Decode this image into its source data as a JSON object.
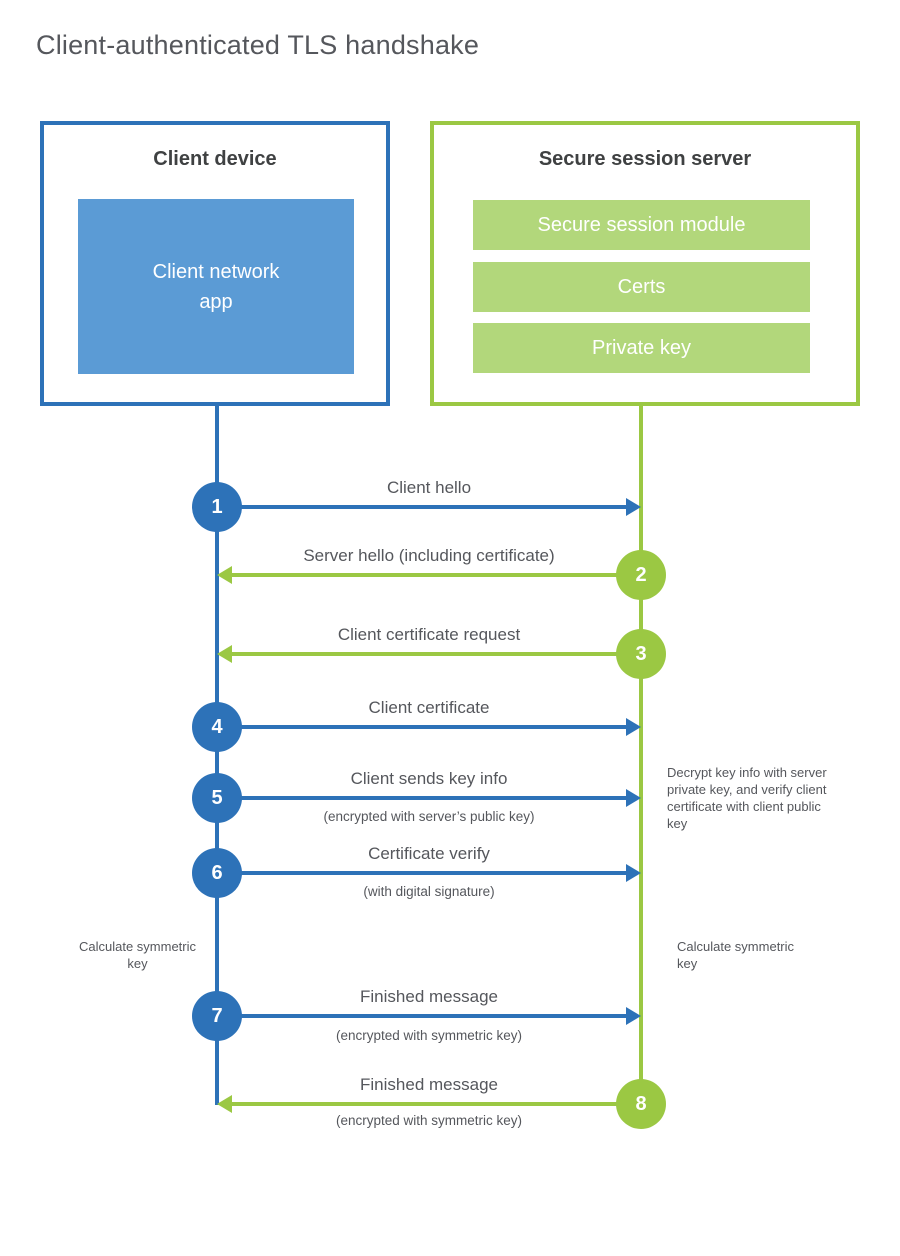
{
  "page": {
    "title": "Client-authenticated TLS handshake"
  },
  "colors": {
    "blue": "#2d72b8",
    "light_blue": "#5b9bd5",
    "green": "#9bc843",
    "light_green": "#b2d77b",
    "text_gray": "#55575c",
    "heading_gray": "#3f4142"
  },
  "client": {
    "title": "Client device",
    "app_label": "Client network app"
  },
  "server": {
    "title": "Secure session server",
    "modules": [
      "Secure session module",
      "Certs",
      "Private key"
    ]
  },
  "messages": [
    {
      "num": "1",
      "label": "Client hello",
      "sub": "",
      "direction": "right",
      "color": "blue"
    },
    {
      "num": "2",
      "label": "Server hello (including certificate)",
      "sub": "",
      "direction": "left",
      "color": "green"
    },
    {
      "num": "3",
      "label": "Client certificate request",
      "sub": "",
      "direction": "left",
      "color": "green"
    },
    {
      "num": "4",
      "label": "Client certificate",
      "sub": "",
      "direction": "right",
      "color": "blue"
    },
    {
      "num": "5",
      "label": "Client sends key info",
      "sub": "(encrypted with server’s public key)",
      "direction": "right",
      "color": "blue"
    },
    {
      "num": "6",
      "label": "Certificate verify",
      "sub": "(with digital signature)",
      "direction": "right",
      "color": "blue"
    },
    {
      "num": "7",
      "label": "Finished message",
      "sub": "(encrypted with symmetric key)",
      "direction": "right",
      "color": "blue"
    },
    {
      "num": "8",
      "label": "Finished message",
      "sub": "(encrypted with symmetric key)",
      "direction": "left",
      "color": "green"
    }
  ],
  "notes": {
    "decrypt": "Decrypt key info with server private key, and verify client certificate with client public key",
    "calc_left": "Calculate symmetric key",
    "calc_right": "Calculate symmetric key"
  }
}
